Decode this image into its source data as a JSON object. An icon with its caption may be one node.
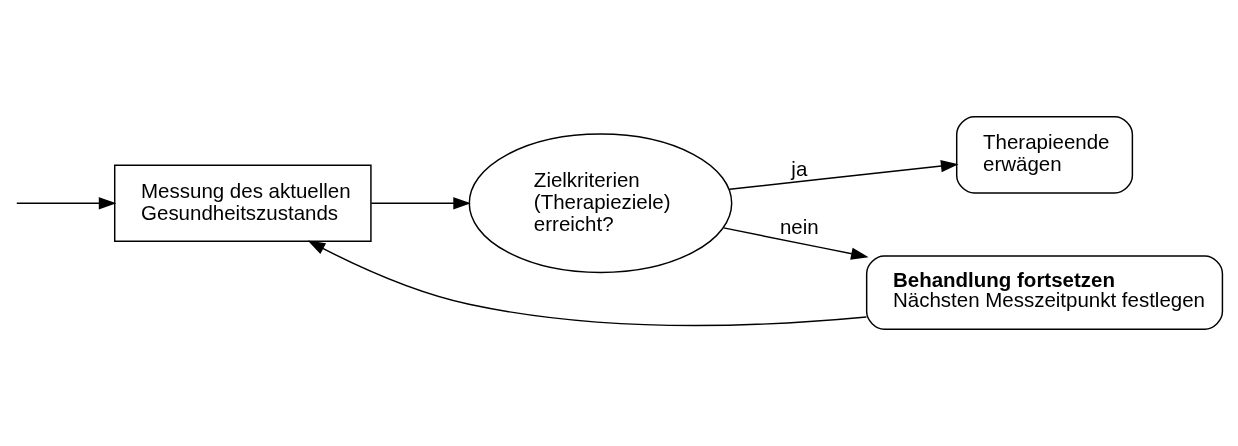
{
  "diagram": {
    "nodes": [
      {
        "text": [
          "Messung des aktuellen Gesundheitszustands"
        ]
      },
      {
        "text": [
          "Zielkriterien (Therapieziele) erreicht?"
        ]
      },
      {
        "text": [
          "Therapieende erwägen"
        ]
      },
      {
        "text": [
          "Behandlung fortsetzen",
          "Nächsten Messzeitpunkt festlegen"
        ]
      }
    ],
    "edges": [
      {
        "from": null,
        "to": 0,
        "arrow": "to"
      },
      {
        "from": 0,
        "to": 1,
        "arrow": "to"
      },
      {
        "from": 1,
        "to": 2,
        "arrow": "to",
        "label": "ja"
      },
      {
        "from": 1,
        "to": 3,
        "arrow": "to",
        "label": "nein"
      },
      {
        "from": 3,
        "to": 0,
        "arrow": "to"
      }
    ]
  }
}
